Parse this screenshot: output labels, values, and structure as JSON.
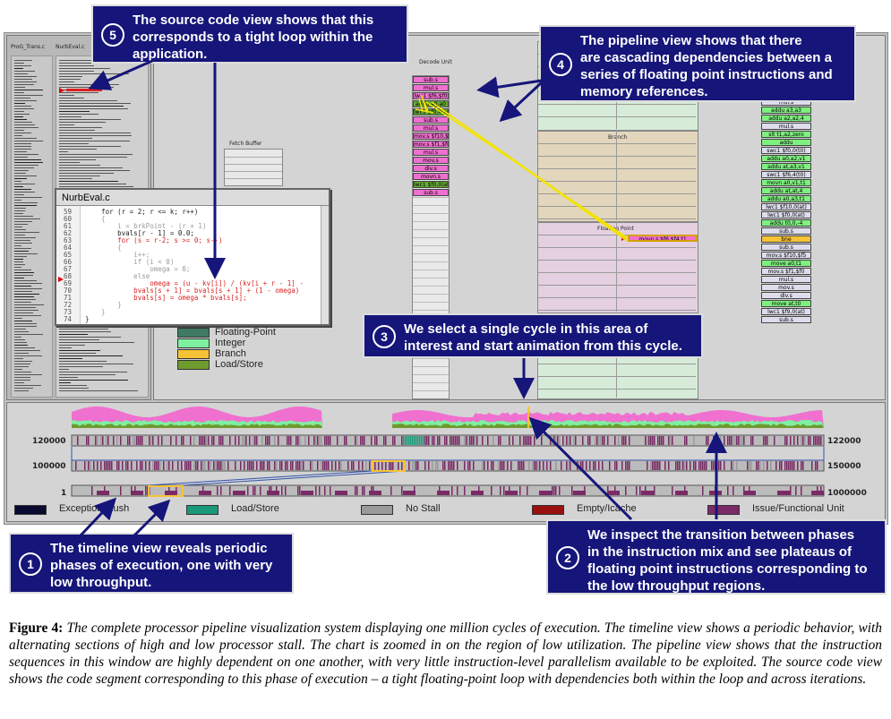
{
  "source_pane": {
    "tab1": "ProG_Trans.c",
    "tab2": "NurbEval.c"
  },
  "code_window": {
    "title": "NurbEval.c",
    "lines": [
      {
        "n": "59",
        "code": "    for (r = 2; r <= k; r++)",
        "color": "#222"
      },
      {
        "n": "60",
        "code": "    {",
        "color": "#999"
      },
      {
        "n": "61",
        "code": "        i = brkPoint - (r + 1)",
        "color": "#999"
      },
      {
        "n": "62",
        "code": "        bvals[r - 1] = 0.0;",
        "color": "#222"
      },
      {
        "n": "63",
        "code": "        for (s = r-2; s >= 0; s--)",
        "color": "#d22"
      },
      {
        "n": "64",
        "code": "        {",
        "color": "#999"
      },
      {
        "n": "65",
        "code": "            i++;",
        "color": "#999"
      },
      {
        "n": "66",
        "code": "            if (i < 0)",
        "color": "#999"
      },
      {
        "n": "67",
        "code": "                omega = 0;",
        "color": "#999"
      },
      {
        "n": "68",
        "code": "            else",
        "color": "#999"
      },
      {
        "n": "69",
        "code": "                omega = (u - kv[i]) / (kv[i + r - 1] -",
        "color": "#d22"
      },
      {
        "n": "70",
        "code": "            bvals[s + 1] = bvals[s + 1] + (1 - omega)",
        "color": "#d22"
      },
      {
        "n": "71",
        "code": "            bvals[s] = omega * bvals[s];",
        "color": "#d22"
      },
      {
        "n": "72",
        "code": "        }",
        "color": "#999"
      },
      {
        "n": "73",
        "code": "    }",
        "color": "#999"
      },
      {
        "n": "74",
        "code": "}",
        "color": "#222"
      }
    ]
  },
  "pipeline": {
    "fetch_label": "Fetch Buffer",
    "decode_label": "Decode Unit",
    "branch_label": "Branch",
    "fp_label": "Floating Point",
    "fp_instr": "movn.s $f6,$f4,t1",
    "decode_instrs": [
      {
        "t": "sub.s",
        "c": "#f070d0"
      },
      {
        "t": "mul.s",
        "c": "#f070d0"
      },
      {
        "t": "lwc1 $f6,$f0",
        "c": "#f070d0"
      },
      {
        "t": "addu a0,a0",
        "c": "#66aa33"
      },
      {
        "t": "lwc1 $f0,4(a0)",
        "c": "#66aa33"
      },
      {
        "t": "sub.s",
        "c": "#f070d0"
      },
      {
        "t": "mul.s",
        "c": "#f070d0"
      },
      {
        "t": "mov.s $f10,$f6",
        "c": "#f070d0"
      },
      {
        "t": "mov.s $f1,$f0",
        "c": "#f070d0"
      },
      {
        "t": "mul.s",
        "c": "#f070d0"
      },
      {
        "t": "mov.s",
        "c": "#f070d0"
      },
      {
        "t": "div.s",
        "c": "#f070d0"
      },
      {
        "t": "movn.s",
        "c": "#f070d0"
      },
      {
        "t": "lwc1 $f0,0(at)",
        "c": "#66aa33"
      },
      {
        "t": "sub.s",
        "c": "#f070d0"
      }
    ],
    "issue_instrs": [
      {
        "t": "mul.s",
        "c": "#dde"
      },
      {
        "t": "addu a3,a3",
        "c": "#7ef07e"
      },
      {
        "t": "addu a2,a2,4",
        "c": "#7ef07e"
      },
      {
        "t": "mul.s",
        "c": "#dde"
      },
      {
        "t": "slt t1,a2,zero",
        "c": "#7ef07e"
      },
      {
        "t": "addu",
        "c": "#7ef07e"
      },
      {
        "t": "swc1 $f0,0(t0)",
        "c": "#dde"
      },
      {
        "t": "addu a0,a2,v1",
        "c": "#7ef07e"
      },
      {
        "t": "addu at,a3,v1",
        "c": "#7ef07e"
      },
      {
        "t": "swc1 $f6,4(t0)",
        "c": "#dde"
      },
      {
        "t": "movn a0,v1,t1",
        "c": "#7ef07e"
      },
      {
        "t": "addu at,at,4",
        "c": "#7ef07e"
      },
      {
        "t": "addu a0,a3,t1",
        "c": "#7ef07e"
      },
      {
        "t": "lwc1 $f10,0(at)",
        "c": "#dde"
      },
      {
        "t": "lwc1 $f0,0(at)",
        "c": "#dde"
      },
      {
        "t": "addu t0,0,-4",
        "c": "#7ef07e"
      },
      {
        "t": "sub.s",
        "c": "#dde"
      },
      {
        "t": "bne",
        "c": "#f6c236"
      },
      {
        "t": "sub.s",
        "c": "#dde"
      },
      {
        "t": "mov.s $f10,$f5",
        "c": "#dde"
      },
      {
        "t": "move a0,t1",
        "c": "#7ef07e"
      },
      {
        "t": "mov.s $f1,$f0",
        "c": "#dde"
      },
      {
        "t": "mul.s",
        "c": "#dde"
      },
      {
        "t": "mov.s",
        "c": "#dde"
      },
      {
        "t": "div.s",
        "c": "#dde"
      },
      {
        "t": "move at,t0",
        "c": "#7ef07e"
      },
      {
        "t": "lwc1 $f9,0(at)",
        "c": "#dde"
      },
      {
        "t": "sub.s",
        "c": "#dde"
      }
    ]
  },
  "pipe_legend": [
    {
      "label": "Floating-Point",
      "color": "#3f7a62"
    },
    {
      "label": "Integer",
      "color": "#7ef0a0"
    },
    {
      "label": "Branch",
      "color": "#f6c236"
    },
    {
      "label": "Load/Store",
      "color": "#6e9a2e"
    }
  ],
  "timeline": {
    "axis_left": [
      "120000",
      "100000",
      "1"
    ],
    "axis_right": [
      "122000",
      "150000",
      "1000000"
    ]
  },
  "timeline_legend": [
    {
      "label": "Exception/Flush",
      "color": "#0a0a30"
    },
    {
      "label": "Load/Store",
      "color": "#1a9a78"
    },
    {
      "label": "No Stall",
      "color": "#9a9a9a"
    },
    {
      "label": "Empty/Icache",
      "color": "#9a1010"
    },
    {
      "label": "Issue/Functional Unit",
      "color": "#7a2a66"
    }
  ],
  "callouts": {
    "c1": {
      "num": "1",
      "text": "The timeline view reveals periodic\nphases of execution, one with very\nlow throughput."
    },
    "c2": {
      "num": "2",
      "text": "We inspect the transition between phases\nin the instruction mix and see plateaus of\nfloating point instructions corresponding to\nthe low throughput regions."
    },
    "c3": {
      "num": "3",
      "text": "We select a single cycle in this area of\ninterest and start animation from this cycle."
    },
    "c4": {
      "num": "4",
      "text": "The pipeline view shows that there\nare cascading dependencies between a\nseries of floating point instructions and\nmemory references."
    },
    "c5": {
      "num": "5",
      "text": "The source code view shows that this\ncorresponds to a tight loop within the\napplication."
    }
  },
  "caption": {
    "label": "Figure 4:",
    "text": " The complete processor pipeline visualization system displaying one million cycles of execution.  The timeline view shows a periodic behavior, with alternating sections of high and low processor stall.  The chart is zoomed in on the region of low utilization.  The pipeline view shows that the instruction sequences in this window are highly dependent on one another, with very little instruction-level parallelism available to be exploited. The source code view shows the code segment corresponding to this phase of execution – a tight floating-point loop with dependencies both within the loop and across iterations."
  }
}
